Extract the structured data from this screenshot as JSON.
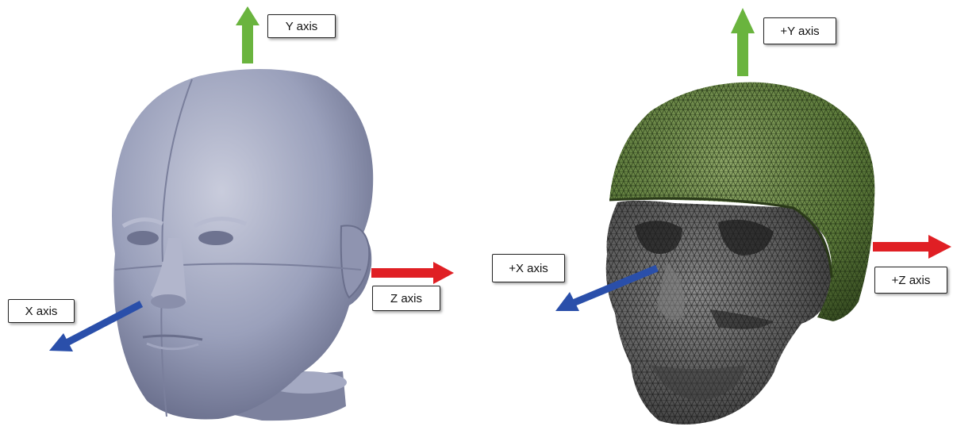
{
  "left_panel": {
    "y_label": "Y axis",
    "x_label": "X axis",
    "z_label": "Z axis"
  },
  "right_panel": {
    "y_label": "+Y axis",
    "x_label": "+X axis",
    "z_label": "+Z axis"
  },
  "colors": {
    "y_axis": "#6ab43e",
    "x_axis": "#2a4faa",
    "z_axis": "#e01f24",
    "head_model": "#9aa0bb",
    "helmet_mesh": "#5c7a3a",
    "skull_mesh": "#5a5a5a"
  },
  "icons": [
    "head-3d-model",
    "helmet-mesh-model",
    "skull-mesh-model"
  ]
}
